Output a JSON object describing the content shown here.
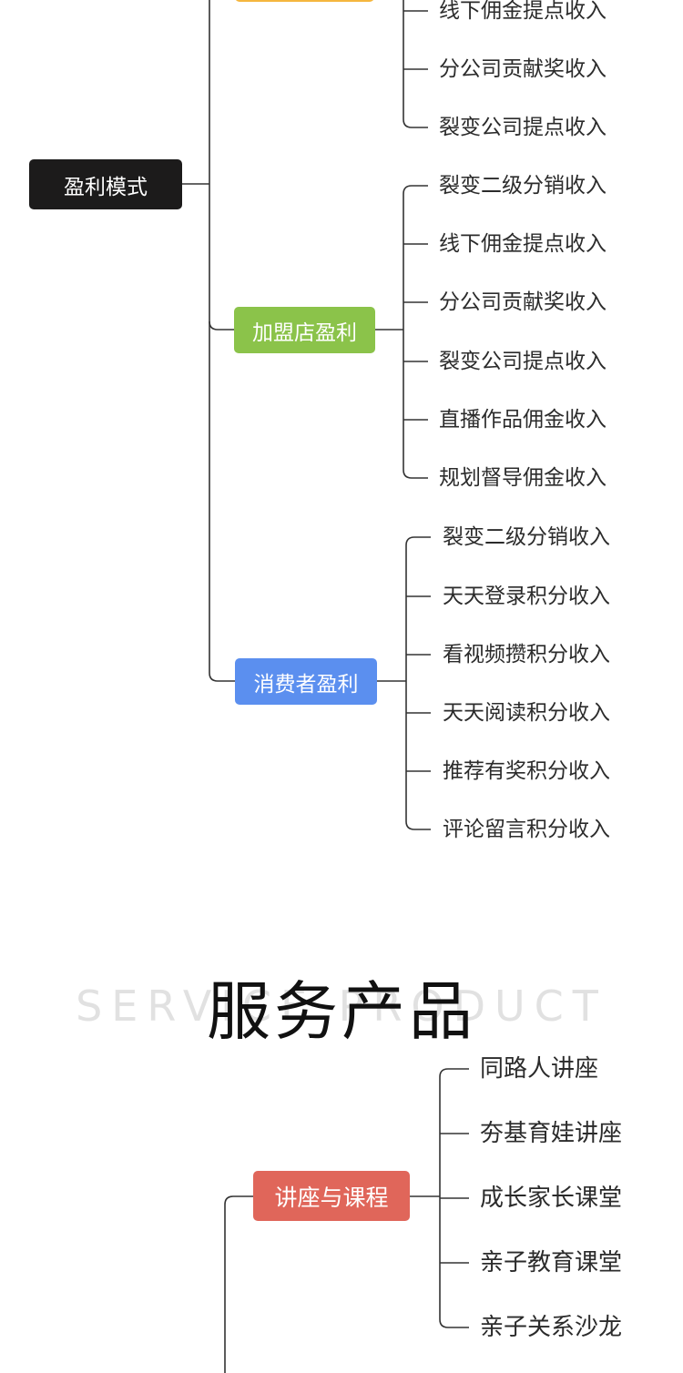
{
  "colors": {
    "root": "#1c1b1b",
    "franchise": "#8bc34a",
    "consumer": "#5b8fef",
    "lecture": "#e0665a",
    "top_partial": "#f5b63e",
    "line": "#333333"
  },
  "mindmap_profit": {
    "root_label": "盈利模式",
    "top_partial_leaves": [
      "线下佣金提点收入",
      "分公司贡献奖收入",
      "裂变公司提点收入"
    ],
    "franchise": {
      "label": "加盟店盈利",
      "leaves": [
        "裂变二级分销收入",
        "线下佣金提点收入",
        "分公司贡献奖收入",
        "裂变公司提点收入",
        "直播作品佣金收入",
        "规划督导佣金收入"
      ]
    },
    "consumer": {
      "label": "消费者盈利",
      "leaves": [
        "裂变二级分销收入",
        "天天登录积分收入",
        "看视频攒积分收入",
        "天天阅读积分收入",
        "推荐有奖积分收入",
        "评论留言积分收入"
      ]
    }
  },
  "section": {
    "title": "服务产品",
    "subtitle": "SERVICE PRODUCT"
  },
  "mindmap_service": {
    "lecture": {
      "label": "讲座与课程",
      "leaves": [
        "同路人讲座",
        "夯基育娃讲座",
        "成长家长课堂",
        "亲子教育课堂",
        "亲子关系沙龙"
      ]
    }
  }
}
